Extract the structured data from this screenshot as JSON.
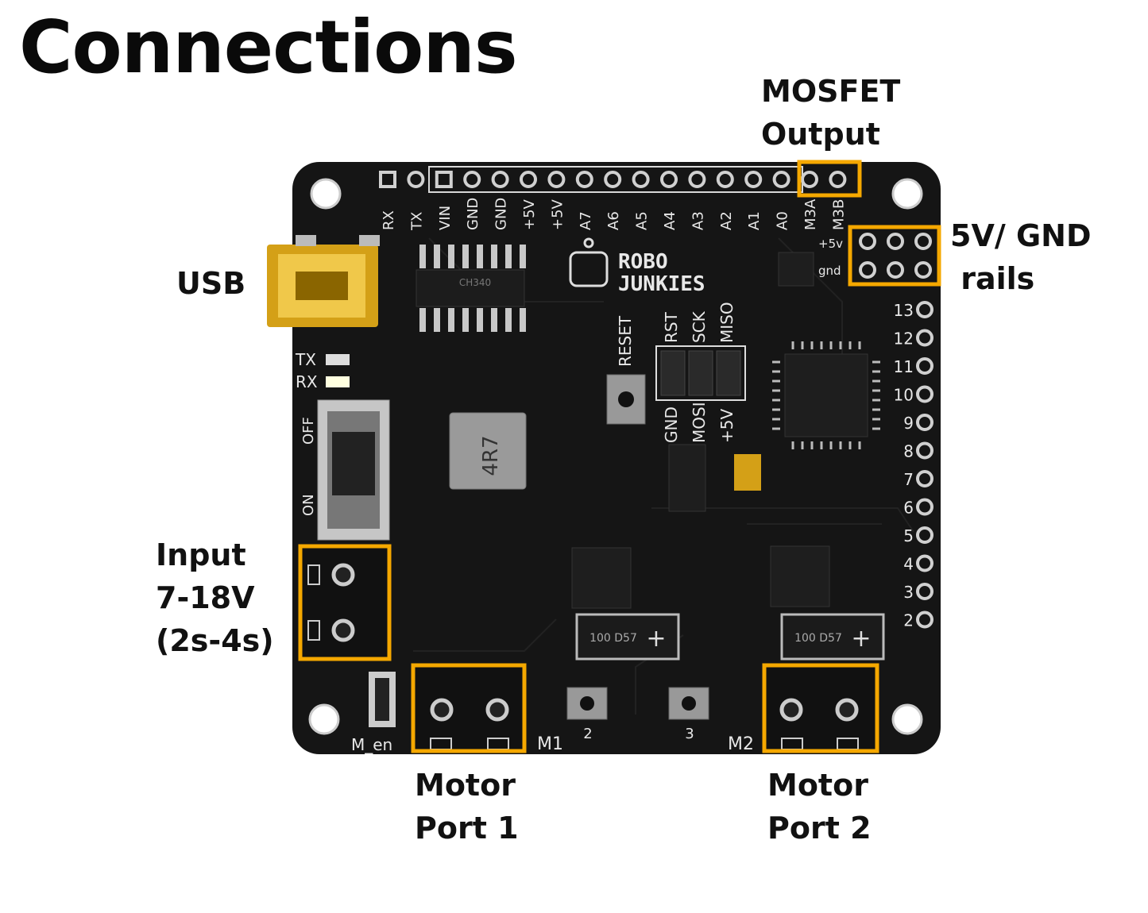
{
  "title": "Connections",
  "colors": {
    "highlight": "#f5a800",
    "board": "#151515",
    "silk": "#e8e8e8",
    "usb_gold": "#d4a017"
  },
  "callouts": {
    "mosfet": [
      "MOSFET",
      "Output"
    ],
    "rails": [
      "5V/ GND",
      " rails"
    ],
    "usb": [
      "USB"
    ],
    "input": [
      "Input",
      "7-18V",
      "(2s-4s)"
    ],
    "motor1": [
      "Motor",
      "Port 1"
    ],
    "motor2": [
      "Motor",
      "Port 2"
    ]
  },
  "board": {
    "top_pins": [
      "RX",
      "TX",
      "VIN",
      "GND",
      "GND",
      "+5V",
      "+5V",
      "A7",
      "A6",
      "A5",
      "A4",
      "A3",
      "A2",
      "A1",
      "A0",
      "M3A",
      "M3B"
    ],
    "right_pins": [
      "13",
      "12",
      "11",
      "10",
      "9",
      "8",
      "7",
      "6",
      "5",
      "4",
      "3",
      "2"
    ],
    "rail_labels": [
      "+5v",
      "gnd"
    ],
    "logo": [
      "ROBO",
      "JUNKIES"
    ],
    "reset": "RESET",
    "icsp_top": [
      "RST",
      "SCK",
      "MISO"
    ],
    "icsp_bottom": [
      "GND",
      "MOSI",
      "+5V"
    ],
    "led_labels": [
      "TX",
      "RX"
    ],
    "switch_labels": [
      "OFF",
      "ON"
    ],
    "inductor": "4R7",
    "diode": "100 D57",
    "chip": "CH340",
    "buttons": [
      "2",
      "3"
    ],
    "motor_labels": [
      "M1",
      "M2"
    ],
    "enable": "M_en"
  }
}
